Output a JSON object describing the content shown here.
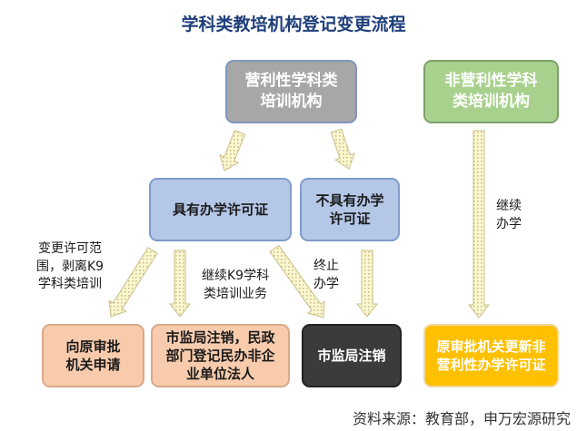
{
  "title": "学科类教培机构登记变更流程",
  "nodes": {
    "for_profit": "营利性学科类\n培训机构",
    "non_profit": "非营利性学科\n类培训机构",
    "has_license": "具有办学许可证",
    "no_license": "不具有办学\n许可证",
    "apply_original": "向原审批\n机关申请",
    "register_cancel": "市监局注销，民政\n部门登记民办非企\n业单位法人",
    "market_cancel": "市监局注销",
    "update_license": "原审批机关更新非\n营利性办学许可证"
  },
  "edge_labels": {
    "change_scope": "变更许可范\n围，剥离K9\n学科类培训",
    "continue_k9": "继续K9学科\n类培训业务",
    "terminate": "终止\n办学",
    "continue_school": "继续\n办学"
  },
  "source": "资料来源：教育部，申万宏源研究",
  "colors": {
    "title": "#1f3f7a",
    "arrow_fill": "#fbf7cf",
    "arrow_border": "#c9bf8a"
  }
}
